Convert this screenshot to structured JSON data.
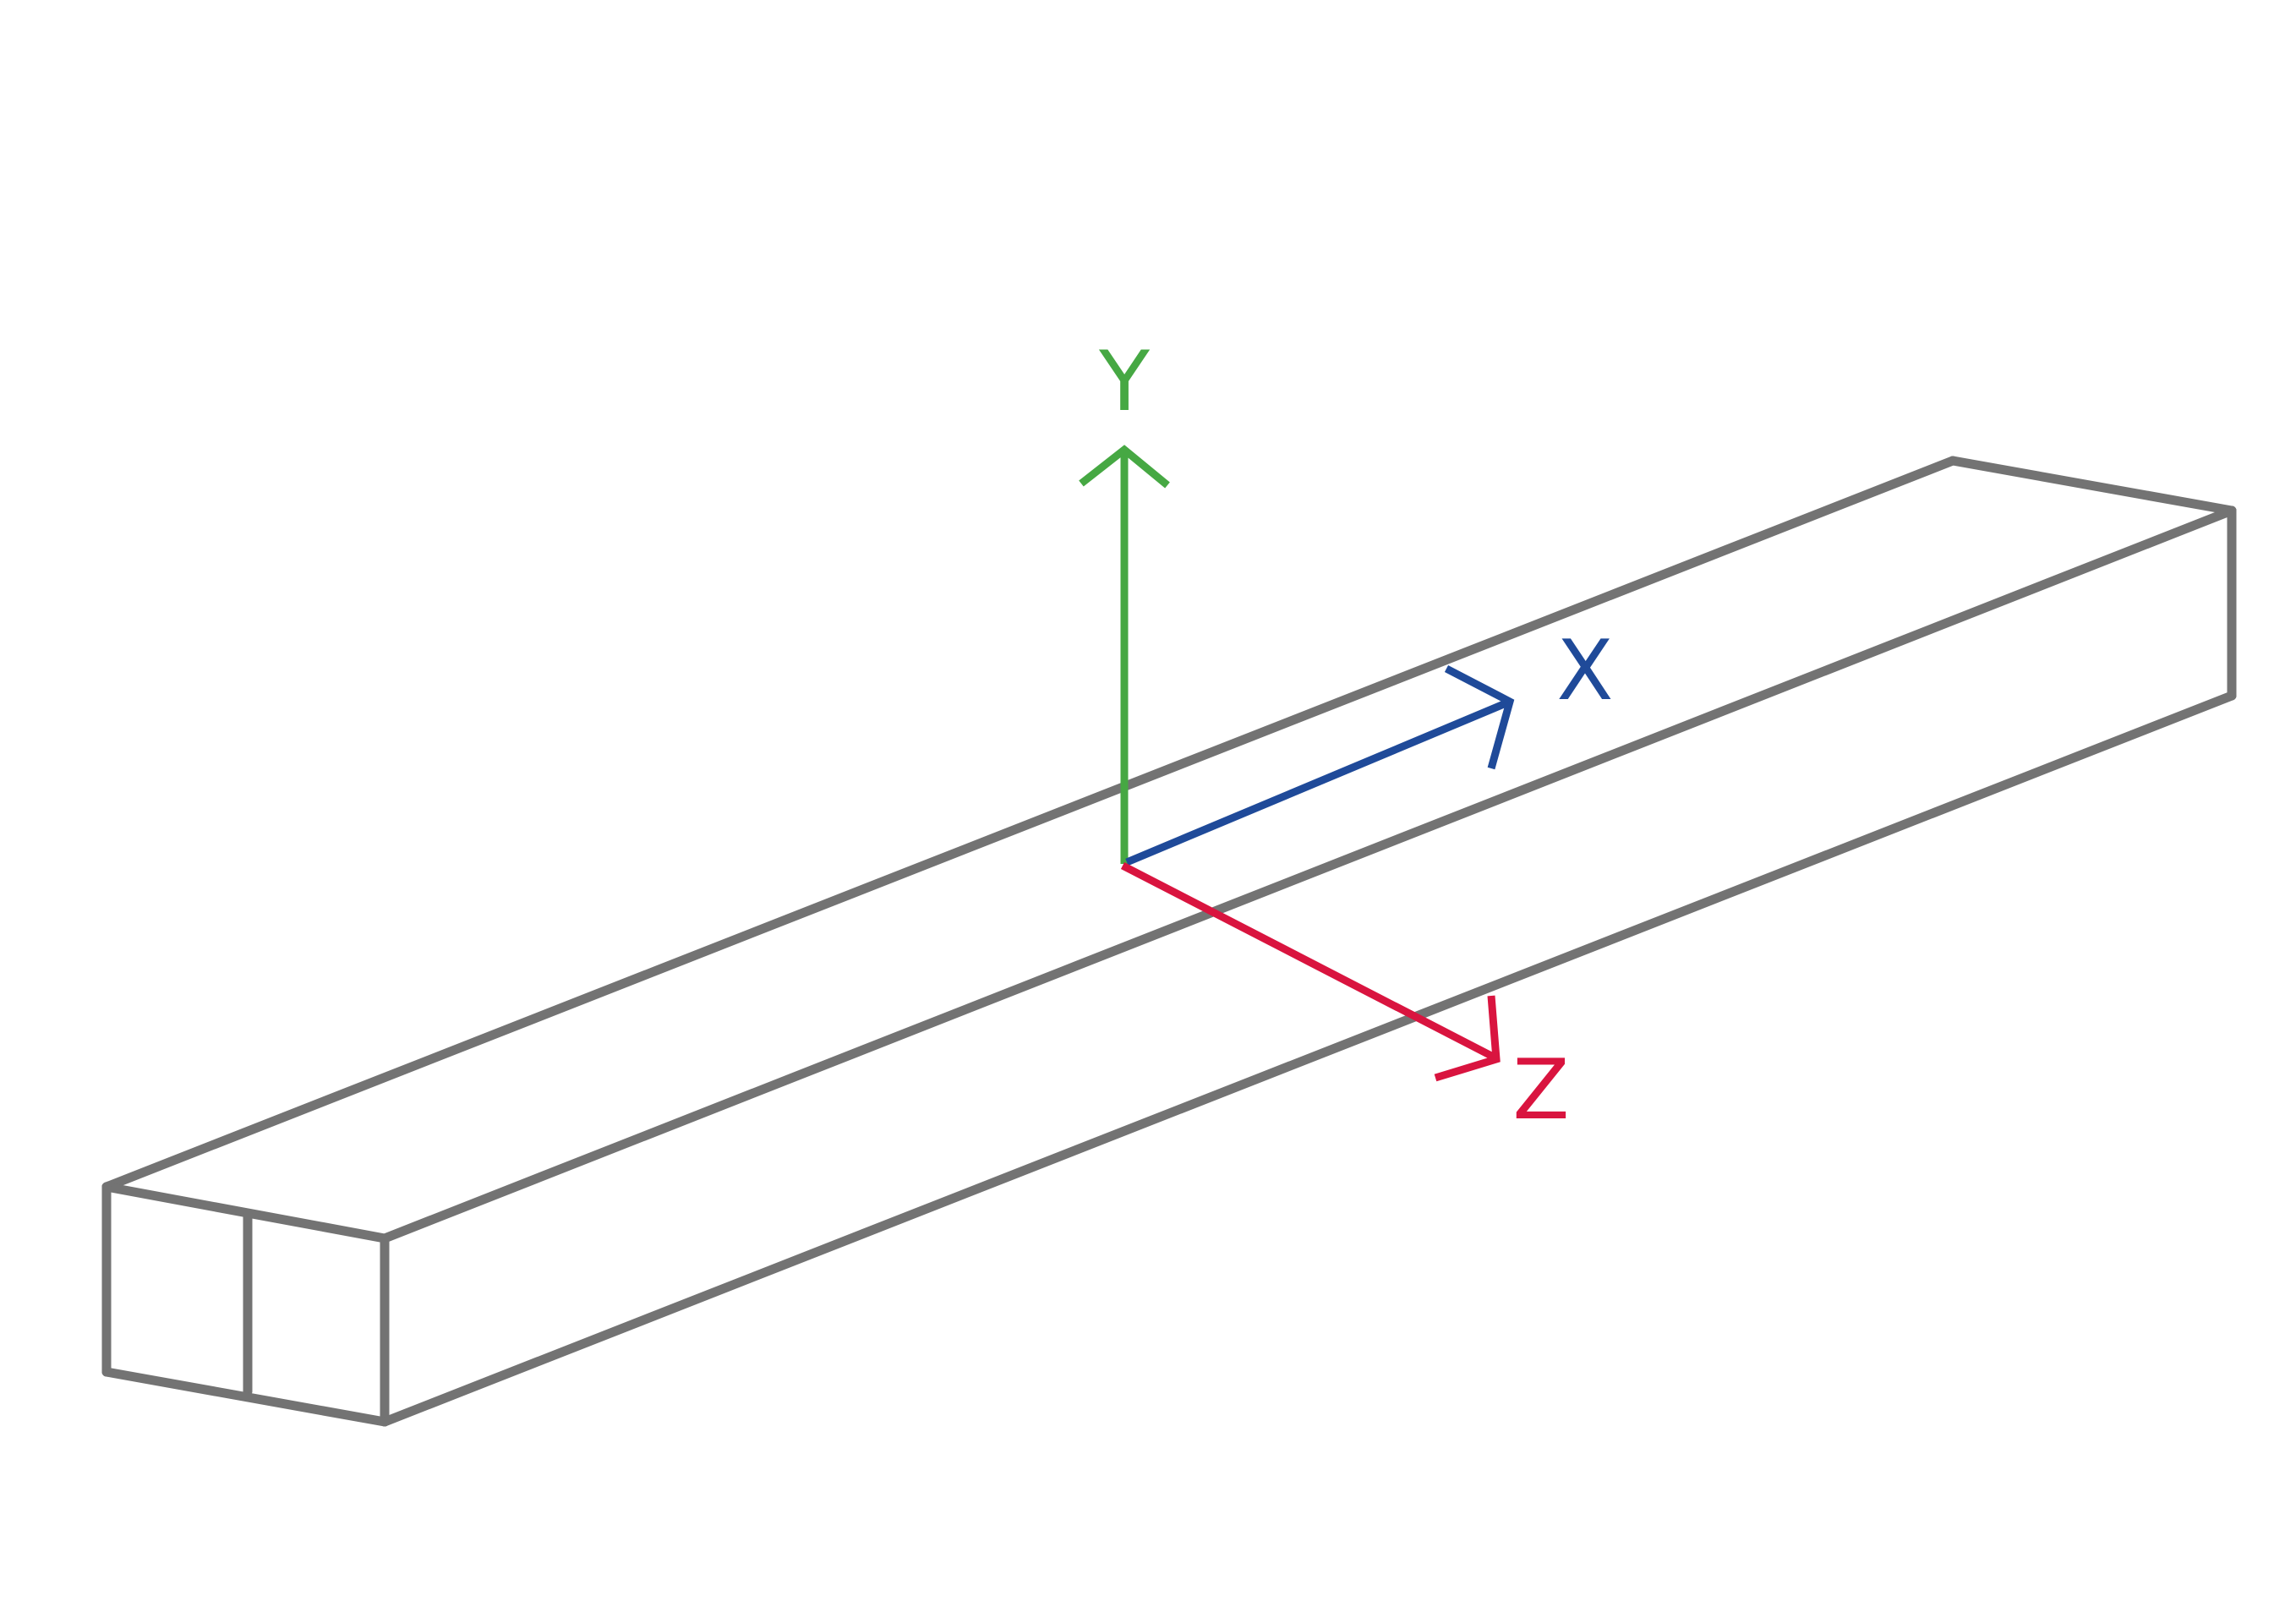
{
  "diagram": {
    "beam": {
      "name": "rectangular-beam",
      "edge_color": "#737373"
    },
    "axes": [
      {
        "id": "y",
        "label": "Y",
        "color": "#46a843"
      },
      {
        "id": "x",
        "label": "X",
        "color": "#1f4a99"
      },
      {
        "id": "z",
        "label": "Z",
        "color": "#d9143f"
      }
    ]
  }
}
